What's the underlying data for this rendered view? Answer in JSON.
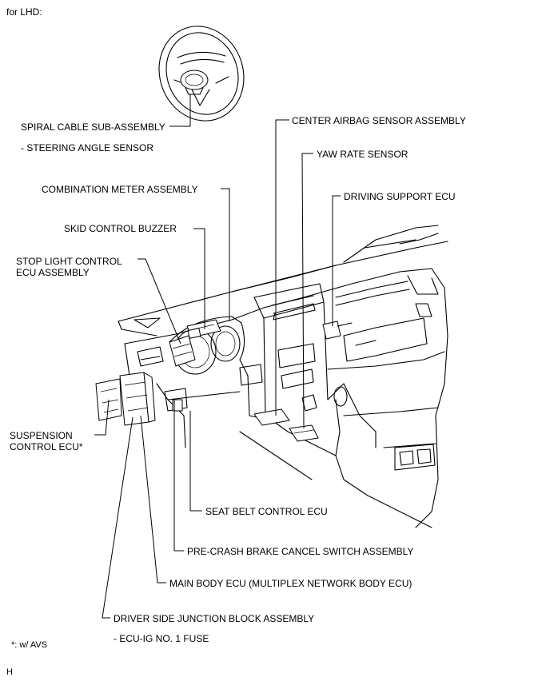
{
  "header": {
    "note": "for LHD:"
  },
  "labels": {
    "spiral_cable": "SPIRAL CABLE SUB-ASSEMBLY",
    "steering_angle": "- STEERING ANGLE SENSOR",
    "combination_meter": "COMBINATION METER ASSEMBLY",
    "skid_buzzer": "SKID CONTROL BUZZER",
    "stop_light_1": "STOP LIGHT CONTROL",
    "stop_light_2": "ECU ASSEMBLY",
    "suspension_1": "SUSPENSION",
    "suspension_2": "CONTROL ECU*",
    "center_airbag": "CENTER AIRBAG SENSOR ASSEMBLY",
    "yaw_rate": "YAW RATE SENSOR",
    "driving_support": "DRIVING SUPPORT ECU",
    "seat_belt": "SEAT BELT CONTROL ECU",
    "pre_crash": "PRE-CRASH BRAKE CANCEL SWITCH ASSEMBLY",
    "main_body": "MAIN BODY ECU (MULTIPLEX NETWORK BODY ECU)",
    "junction_block": "DRIVER SIDE JUNCTION BLOCK ASSEMBLY",
    "ecu_ig_fuse": "- ECU-IG NO. 1 FUSE"
  },
  "footnote": "*: w/ AVS",
  "corner_mark": "H"
}
